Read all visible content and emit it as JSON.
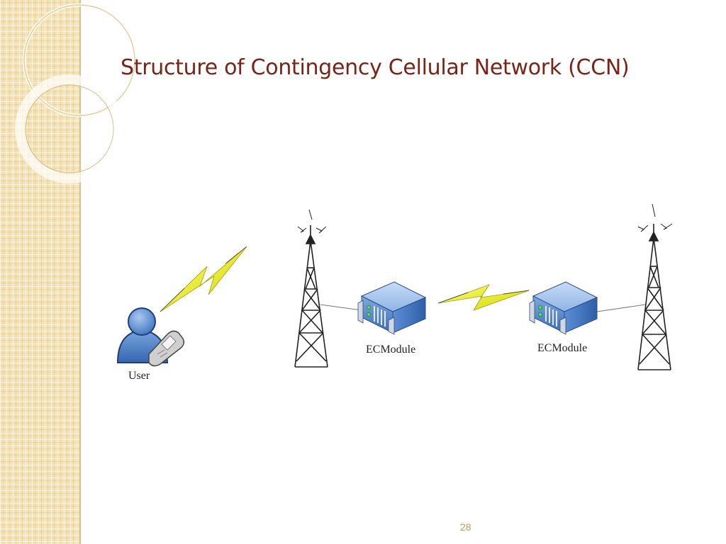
{
  "slide": {
    "title": "Structure of Contingency Cellular Network (CCN)",
    "page_number": "28"
  },
  "diagram": {
    "nodes": [
      {
        "id": "user",
        "type": "user-with-phone",
        "label": "User"
      },
      {
        "id": "tower-1",
        "type": "cell-tower",
        "label": ""
      },
      {
        "id": "ecmodule-1",
        "type": "server",
        "label": "ECModule"
      },
      {
        "id": "ecmodule-2",
        "type": "server",
        "label": "ECModule"
      },
      {
        "id": "tower-2",
        "type": "cell-tower",
        "label": ""
      }
    ],
    "links": [
      {
        "from": "user",
        "to": "tower-1",
        "kind": "wireless"
      },
      {
        "from": "tower-1",
        "to": "ecmodule-1",
        "kind": "wired"
      },
      {
        "from": "ecmodule-1",
        "to": "ecmodule-2",
        "kind": "wireless"
      },
      {
        "from": "ecmodule-2",
        "to": "tower-2",
        "kind": "wired"
      }
    ]
  },
  "colors": {
    "title": "#7a2418",
    "page_number": "#c4965a",
    "lightning": "#e8ec1a",
    "server": "#6f9fd8",
    "user": "#5a8fd0",
    "side_strip": "#f4e3b6"
  }
}
